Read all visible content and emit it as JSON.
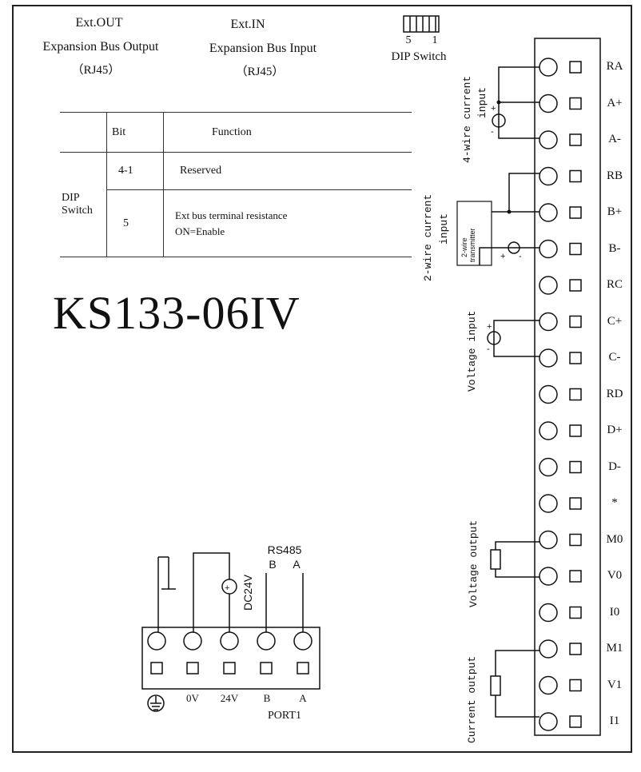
{
  "header": {
    "ext_out": {
      "code": "Ext.OUT",
      "name": "Expansion Bus Output",
      "connector": "（RJ45）"
    },
    "ext_in": {
      "code": "Ext.IN",
      "name": "Expansion Bus Input",
      "connector": "（RJ45）"
    },
    "dip": {
      "left_number": "5",
      "right_number": "1",
      "label": "DIP Switch"
    }
  },
  "dip_table": {
    "header": {
      "bit": "Bit",
      "function": "Function"
    },
    "group_label_1": "DIP",
    "group_label_2": "Switch",
    "rows": [
      {
        "bit": "4-1",
        "function_1": "Reserved",
        "function_2": ""
      },
      {
        "bit": "5",
        "function_1": "Ext bus terminal resistance",
        "function_2": "ON=Enable"
      }
    ]
  },
  "model": "KS133-06IV",
  "right_terminals": [
    "RA",
    "A+",
    "A-",
    "RB",
    "B+",
    "B-",
    "RC",
    "C+",
    "C-",
    "RD",
    "D+",
    "D-",
    "*",
    "M0",
    "V0",
    "I0",
    "M1",
    "V1",
    "I1"
  ],
  "wiring_labels": {
    "four_wire_1": "4-wire current",
    "four_wire_2": "input",
    "two_wire_1": "2-wire current",
    "two_wire_2": "input",
    "transmitter_1": "2-wire",
    "transmitter_2": "transmitter",
    "voltage_input": "Voltage input",
    "voltage_output": "Voltage output",
    "current_output": "Current output"
  },
  "port": {
    "rs485": "RS485",
    "bus_b": "B",
    "bus_a": "A",
    "supply": "DC24V",
    "terminals": [
      "0V",
      "24V",
      "B",
      "A"
    ],
    "name": "PORT1"
  }
}
